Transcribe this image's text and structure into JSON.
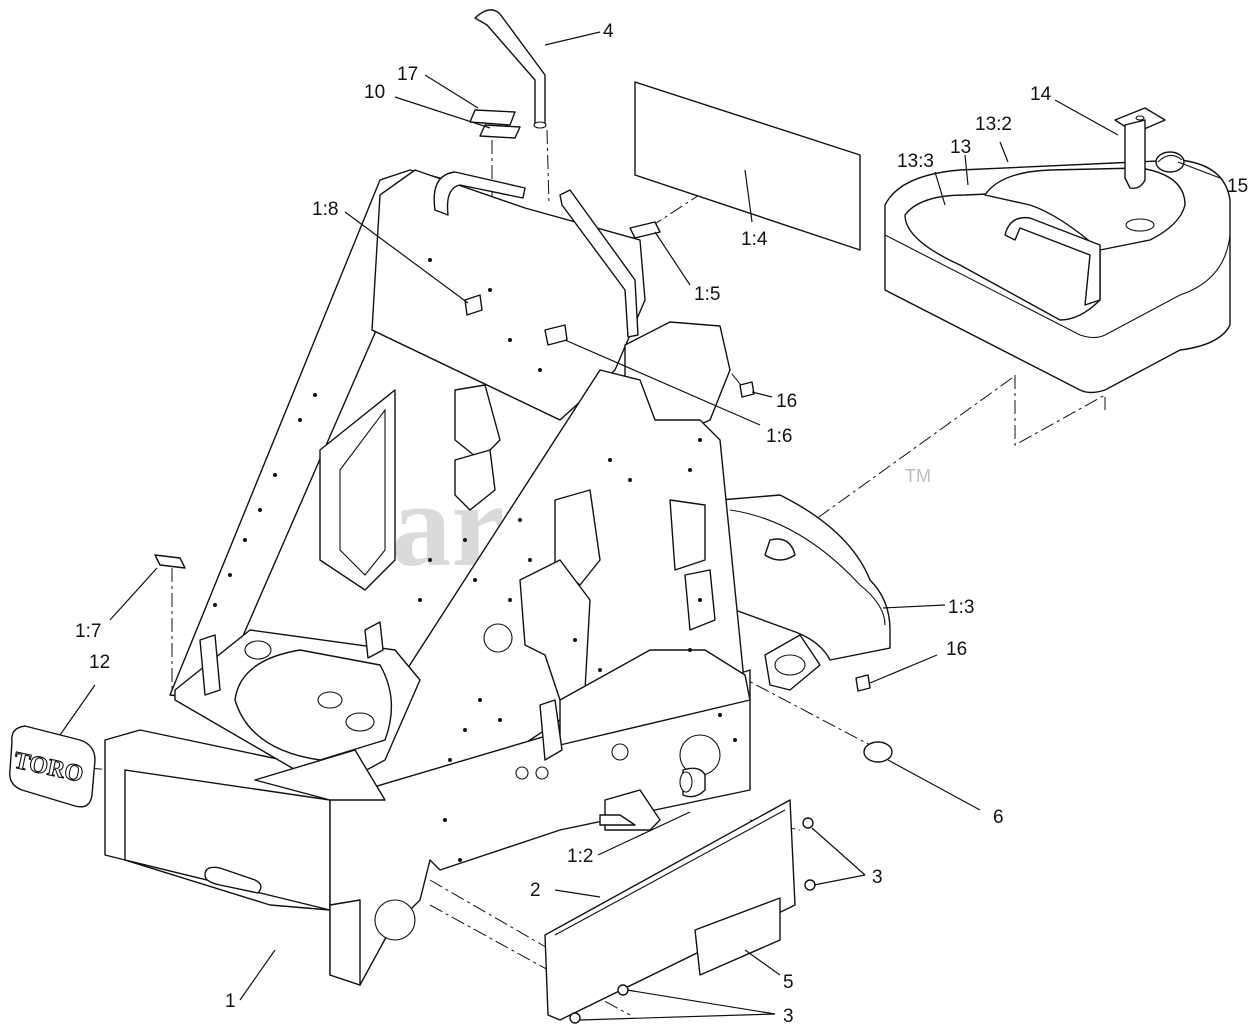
{
  "watermark": {
    "text": "PartsTree",
    "tm": "TM"
  },
  "logo": {
    "text": "TORO"
  },
  "callouts": {
    "c1": "1",
    "c1_2": "1:2",
    "c1_3": "1:3",
    "c1_4": "1:4",
    "c1_5": "1:5",
    "c1_6": "1:6",
    "c1_7": "1:7",
    "c1_8": "1:8",
    "c2": "2",
    "c3a": "3",
    "c3b": "3",
    "c4": "4",
    "c5": "5",
    "c6": "6",
    "c10": "10",
    "c12": "12",
    "c13": "13",
    "c13_2": "13:2",
    "c13_3": "13:3",
    "c14": "14",
    "c15": "15",
    "c16a": "16",
    "c16b": "16",
    "c17": "17"
  }
}
